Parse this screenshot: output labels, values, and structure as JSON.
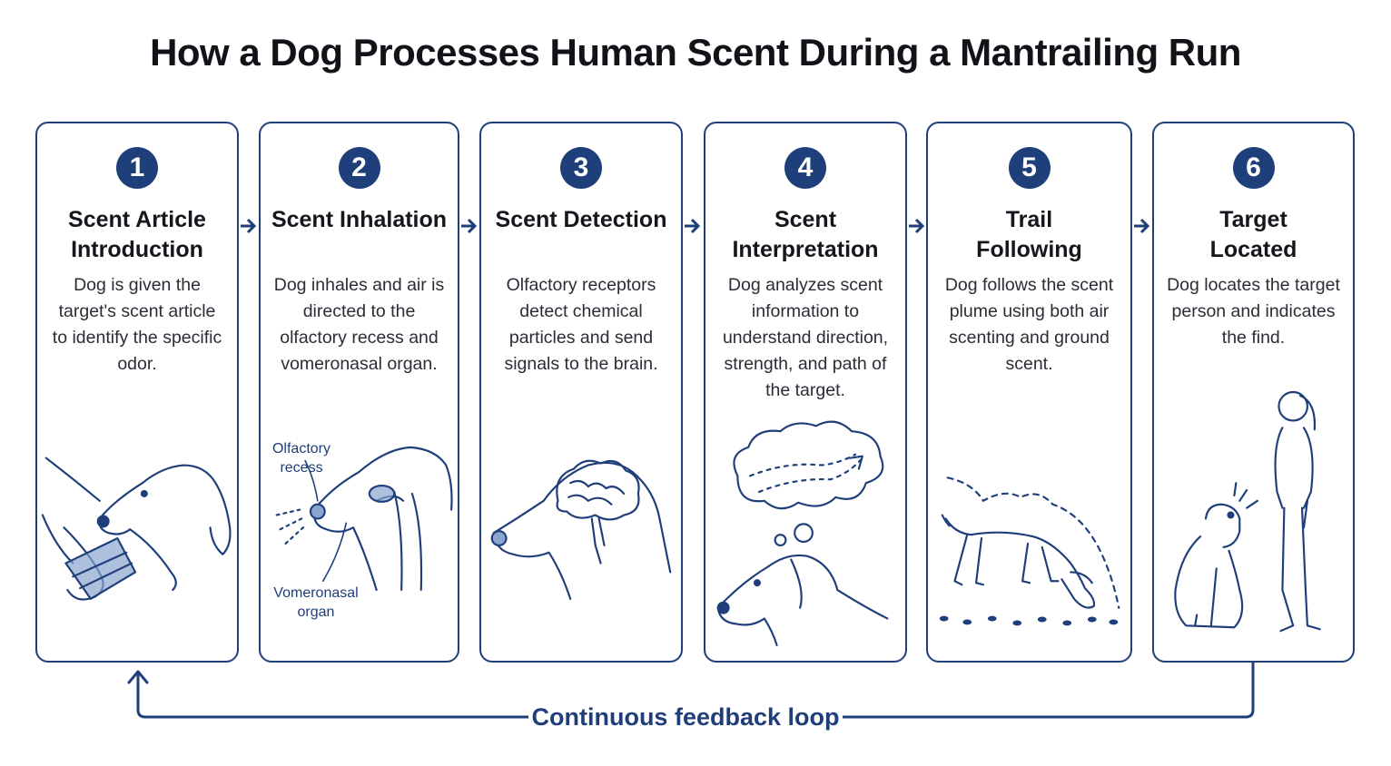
{
  "title": "How a Dog Processes Human Scent During a Mantrailing Run",
  "steps": [
    {
      "number": "1",
      "heading": "Scent Article Introduction",
      "description": "Dog is given the target's scent article to identify the specific odor.",
      "illustration": "dog-sniffing-cloth-icon"
    },
    {
      "number": "2",
      "heading": "Scent Inhalation",
      "description": "Dog inhales and air is directed to the olfactory recess and vomeronasal organ.",
      "illustration": "dog-nasal-anatomy-icon"
    },
    {
      "number": "3",
      "heading": "Scent Detection",
      "description": "Olfactory receptors detect chemical particles and send signals to the brain.",
      "illustration": "dog-brain-icon"
    },
    {
      "number": "4",
      "heading": "Scent Interpretation",
      "description": "Dog analyzes scent information to understand direction, strength, and path of the target.",
      "illustration": "dog-thought-bubble-icon"
    },
    {
      "number": "5",
      "heading": "Trail Following",
      "description": "Dog follows the scent plume using both air scenting and ground scent.",
      "illustration": "dog-tracking-trail-icon"
    },
    {
      "number": "6",
      "heading": "Target Located",
      "description": "Dog locates the target person and indicates the find.",
      "illustration": "dog-and-person-icon"
    }
  ],
  "callouts": {
    "olfactory_recess": "Olfactory recess",
    "vomeronasal_organ": "Vomeronasal organ"
  },
  "feedback_loop": "Continuous feedback loop",
  "colors": {
    "accent": "#1f3f7a",
    "fill": "#8aa5cf"
  }
}
